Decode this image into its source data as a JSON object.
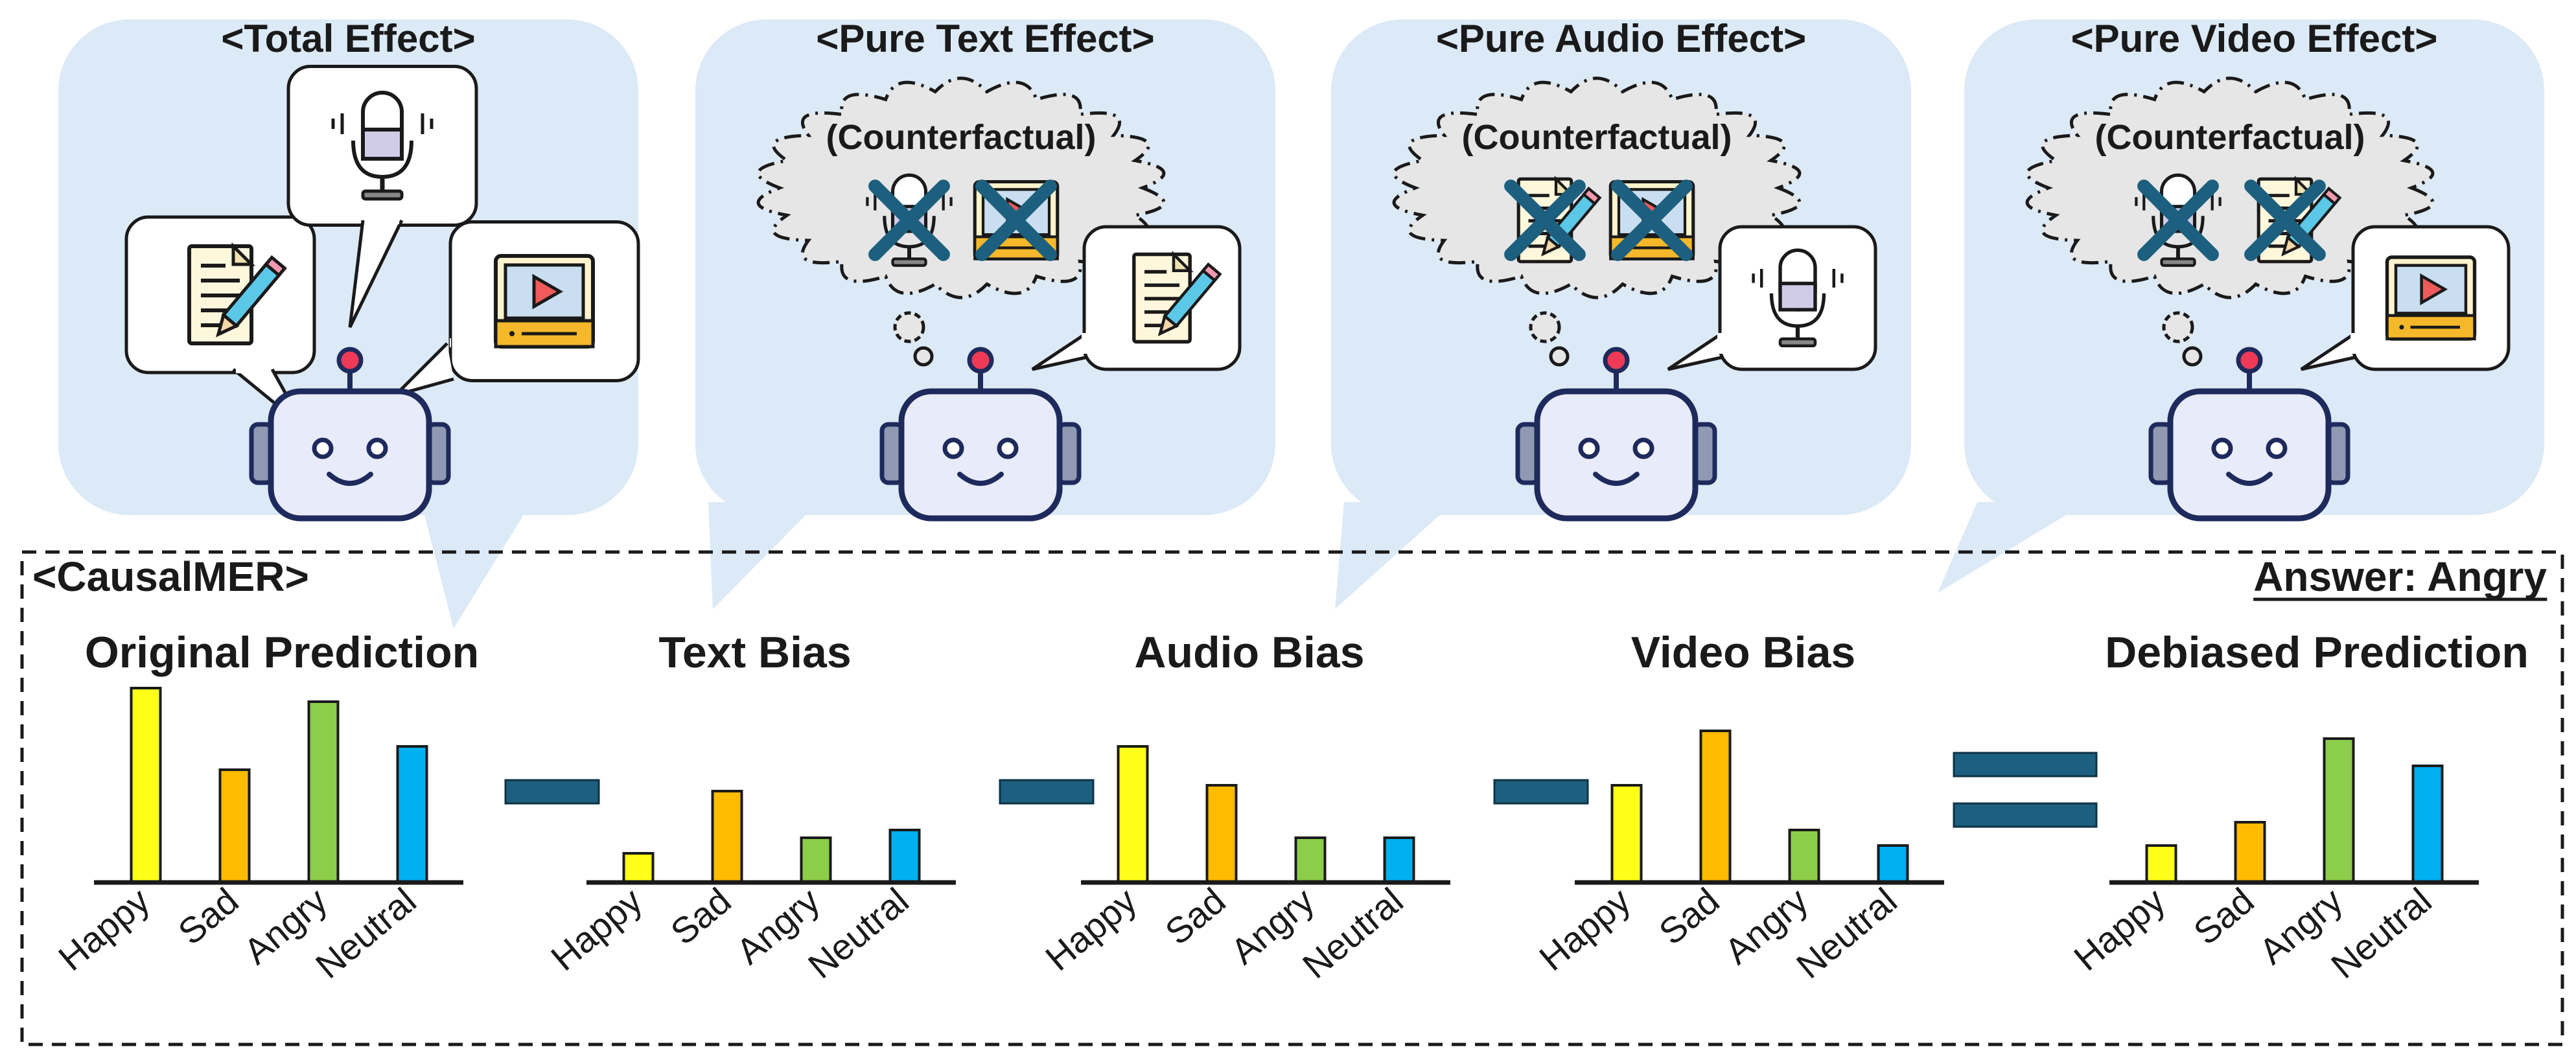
{
  "panels": [
    {
      "title": "<Total Effect>",
      "counterfactual_label": "",
      "crossed": [],
      "speech": [
        "text",
        "audio",
        "video"
      ]
    },
    {
      "title": "<Pure Text Effect>",
      "counterfactual_label": "(Counterfactual)",
      "crossed": [
        "audio",
        "video"
      ],
      "speech": [
        "text"
      ]
    },
    {
      "title": "<Pure Audio Effect>",
      "counterfactual_label": "(Counterfactual)",
      "crossed": [
        "text",
        "video"
      ],
      "speech": [
        "audio"
      ]
    },
    {
      "title": "<Pure Video Effect>",
      "counterfactual_label": "(Counterfactual)",
      "crossed": [
        "audio",
        "text"
      ],
      "speech": [
        "video"
      ]
    }
  ],
  "icons": {
    "text": "document-pencil-icon",
    "audio": "microphone-icon",
    "video": "video-player-icon",
    "robot": "robot-icon",
    "cross": "cross-icon"
  },
  "section": {
    "title": "<CausalMER>",
    "answer": "Answer: Angry"
  },
  "operators": [
    "−",
    "−",
    "−",
    "="
  ],
  "colors": {
    "panel_bg": "#dce9f6",
    "cloud_bg": "#e6e6e6",
    "operator": "#1d5f7e",
    "cross": "#1d5f7e",
    "robot_face": "#e8ecfa",
    "robot_outline": "#1e2a5c",
    "happy": "#ffff1a",
    "sad": "#ffbb00",
    "angry": "#8ccd4a",
    "neutral": "#00b0f0"
  },
  "chart_data": [
    {
      "type": "bar",
      "title": "Original Prediction",
      "categories": [
        "Happy",
        "Sad",
        "Angry",
        "Neutral"
      ],
      "values": [
        1.0,
        0.58,
        0.93,
        0.7
      ],
      "ylim": [
        0,
        1
      ]
    },
    {
      "type": "bar",
      "title": "Text Bias",
      "categories": [
        "Happy",
        "Sad",
        "Angry",
        "Neutral"
      ],
      "values": [
        0.15,
        0.47,
        0.23,
        0.27
      ],
      "ylim": [
        0,
        1
      ]
    },
    {
      "type": "bar",
      "title": "Audio Bias",
      "categories": [
        "Happy",
        "Sad",
        "Angry",
        "Neutral"
      ],
      "values": [
        0.7,
        0.5,
        0.23,
        0.23
      ],
      "ylim": [
        0,
        1
      ]
    },
    {
      "type": "bar",
      "title": "Video Bias",
      "categories": [
        "Happy",
        "Sad",
        "Angry",
        "Neutral"
      ],
      "values": [
        0.5,
        0.78,
        0.27,
        0.19
      ],
      "ylim": [
        0,
        1
      ]
    },
    {
      "type": "bar",
      "title": "Debiased Prediction",
      "categories": [
        "Happy",
        "Sad",
        "Angry",
        "Neutral"
      ],
      "values": [
        0.19,
        0.31,
        0.74,
        0.6
      ],
      "ylim": [
        0,
        1
      ]
    }
  ]
}
